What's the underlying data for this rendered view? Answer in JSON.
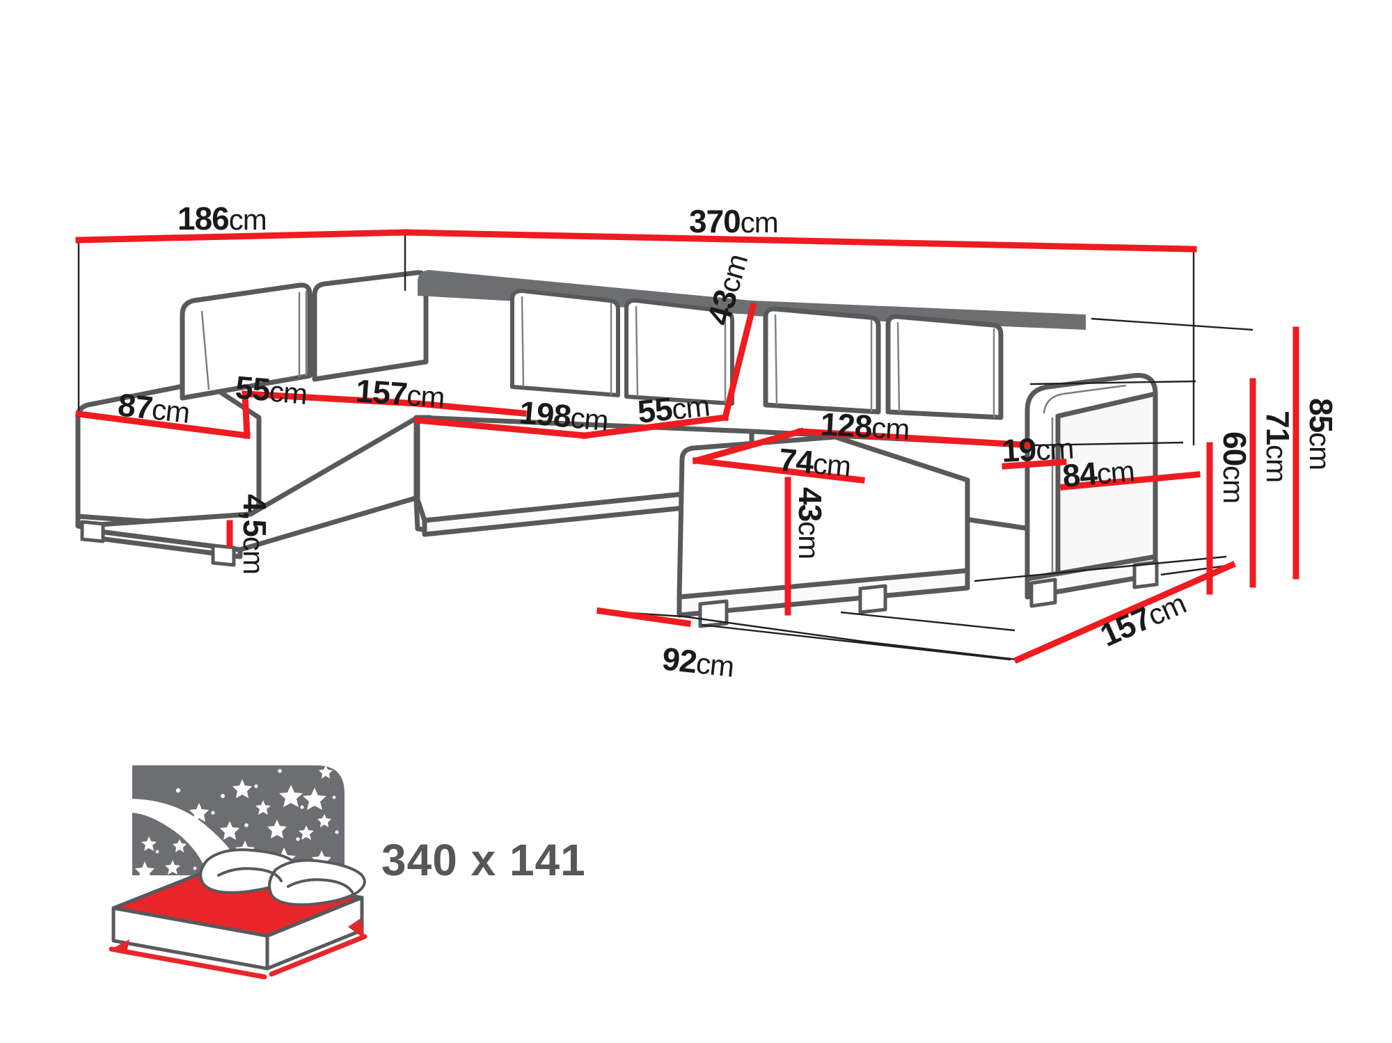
{
  "diagram": {
    "type": "furniture-dimension-drawing",
    "product": "U-shaped corner sofa bed",
    "colors": {
      "dimension_line": "#ee1c20",
      "outline_dark": "#58595b",
      "outline_light": "#6d6e71",
      "leader_line": "#231f20",
      "text": "#1a1a1a",
      "bed_label_text": "#575757",
      "bed_night_panel": "#6d6e71",
      "bed_mattress": "#e8262a",
      "bed_outline": "#58595b",
      "background": "#ffffff"
    },
    "unit": "cm"
  },
  "dimensions": {
    "top_left_width": {
      "value": "186",
      "unit": "cm",
      "label": "186cm"
    },
    "top_right_width": {
      "value": "370",
      "unit": "cm",
      "label": "370cm"
    },
    "left_arm_width": {
      "value": "87",
      "unit": "cm",
      "label": "87cm"
    },
    "left_seat_depth": {
      "value": "55",
      "unit": "cm",
      "label": "55cm"
    },
    "left_chaise_length": {
      "value": "157",
      "unit": "cm",
      "label": "157cm"
    },
    "center_seat_width": {
      "value": "198",
      "unit": "cm",
      "label": "198cm"
    },
    "center_seat_depth": {
      "value": "55",
      "unit": "cm",
      "label": "55cm"
    },
    "backrest_height": {
      "value": "43",
      "unit": "cm",
      "label": "43cm",
      "rotated": true
    },
    "right_seat_width": {
      "value": "128",
      "unit": "cm",
      "label": "128cm"
    },
    "ottoman_width": {
      "value": "74",
      "unit": "cm",
      "label": "74cm"
    },
    "ottoman_depth": {
      "value": "43",
      "unit": "cm",
      "label": "43cm",
      "rotated": true
    },
    "arm_width": {
      "value": "19",
      "unit": "cm",
      "label": "19cm"
    },
    "right_chaise_width": {
      "value": "84",
      "unit": "cm",
      "label": "84cm"
    },
    "leg_height": {
      "value": "4,5",
      "unit": "cm",
      "label": "4,5cm",
      "rotated": true
    },
    "seat_height": {
      "value": "60",
      "unit": "cm",
      "label": "60cm",
      "rotated": true
    },
    "arm_height": {
      "value": "71",
      "unit": "cm",
      "label": "71cm",
      "rotated": true
    },
    "total_height": {
      "value": "85",
      "unit": "cm",
      "label": "85cm",
      "rotated": true
    },
    "ottoman_front_depth": {
      "value": "92",
      "unit": "cm",
      "label": "92cm"
    },
    "right_chaise_depth": {
      "value": "157",
      "unit": "cm",
      "label": "157cm"
    }
  },
  "sleeping_area": {
    "icon": "bed-night-icon",
    "label": "340 x 141",
    "width": "340",
    "length": "141",
    "separator": "x"
  }
}
